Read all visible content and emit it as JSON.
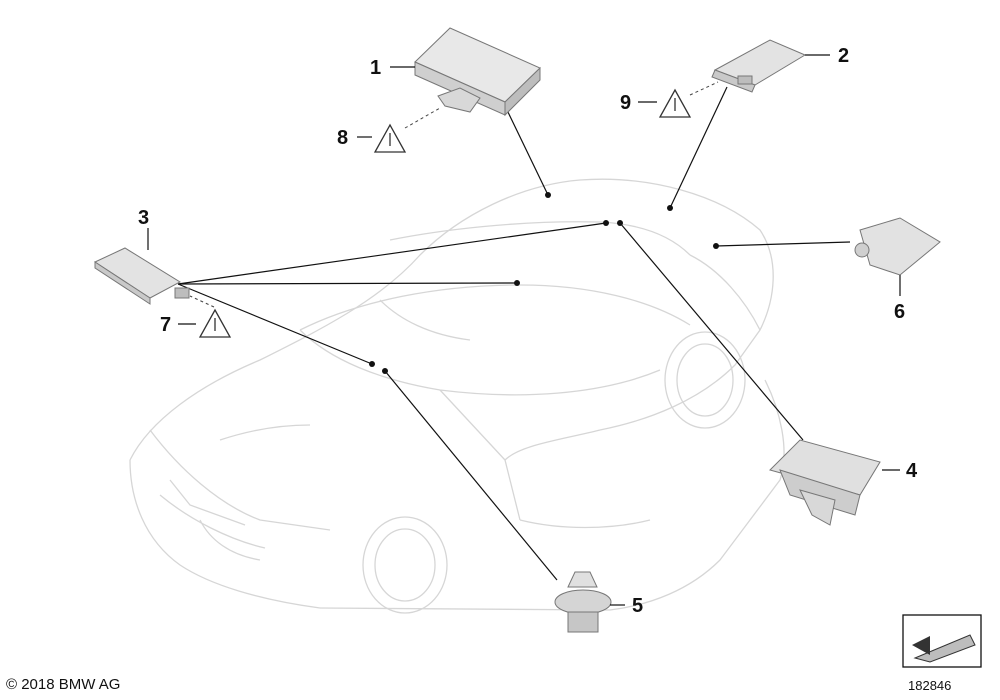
{
  "callouts": {
    "c1": "1",
    "c2": "2",
    "c3": "3",
    "c4": "4",
    "c5": "5",
    "c6": "6",
    "c7": "7",
    "c8": "8",
    "c9": "9"
  },
  "footer": {
    "copyright": "© 2018 BMW AG",
    "diagram_number": "182846"
  },
  "colors": {
    "car_outline": "#d6d6d6",
    "part_fill": "#e2e2e2",
    "part_stroke": "#777777",
    "leader_line": "#111111"
  }
}
